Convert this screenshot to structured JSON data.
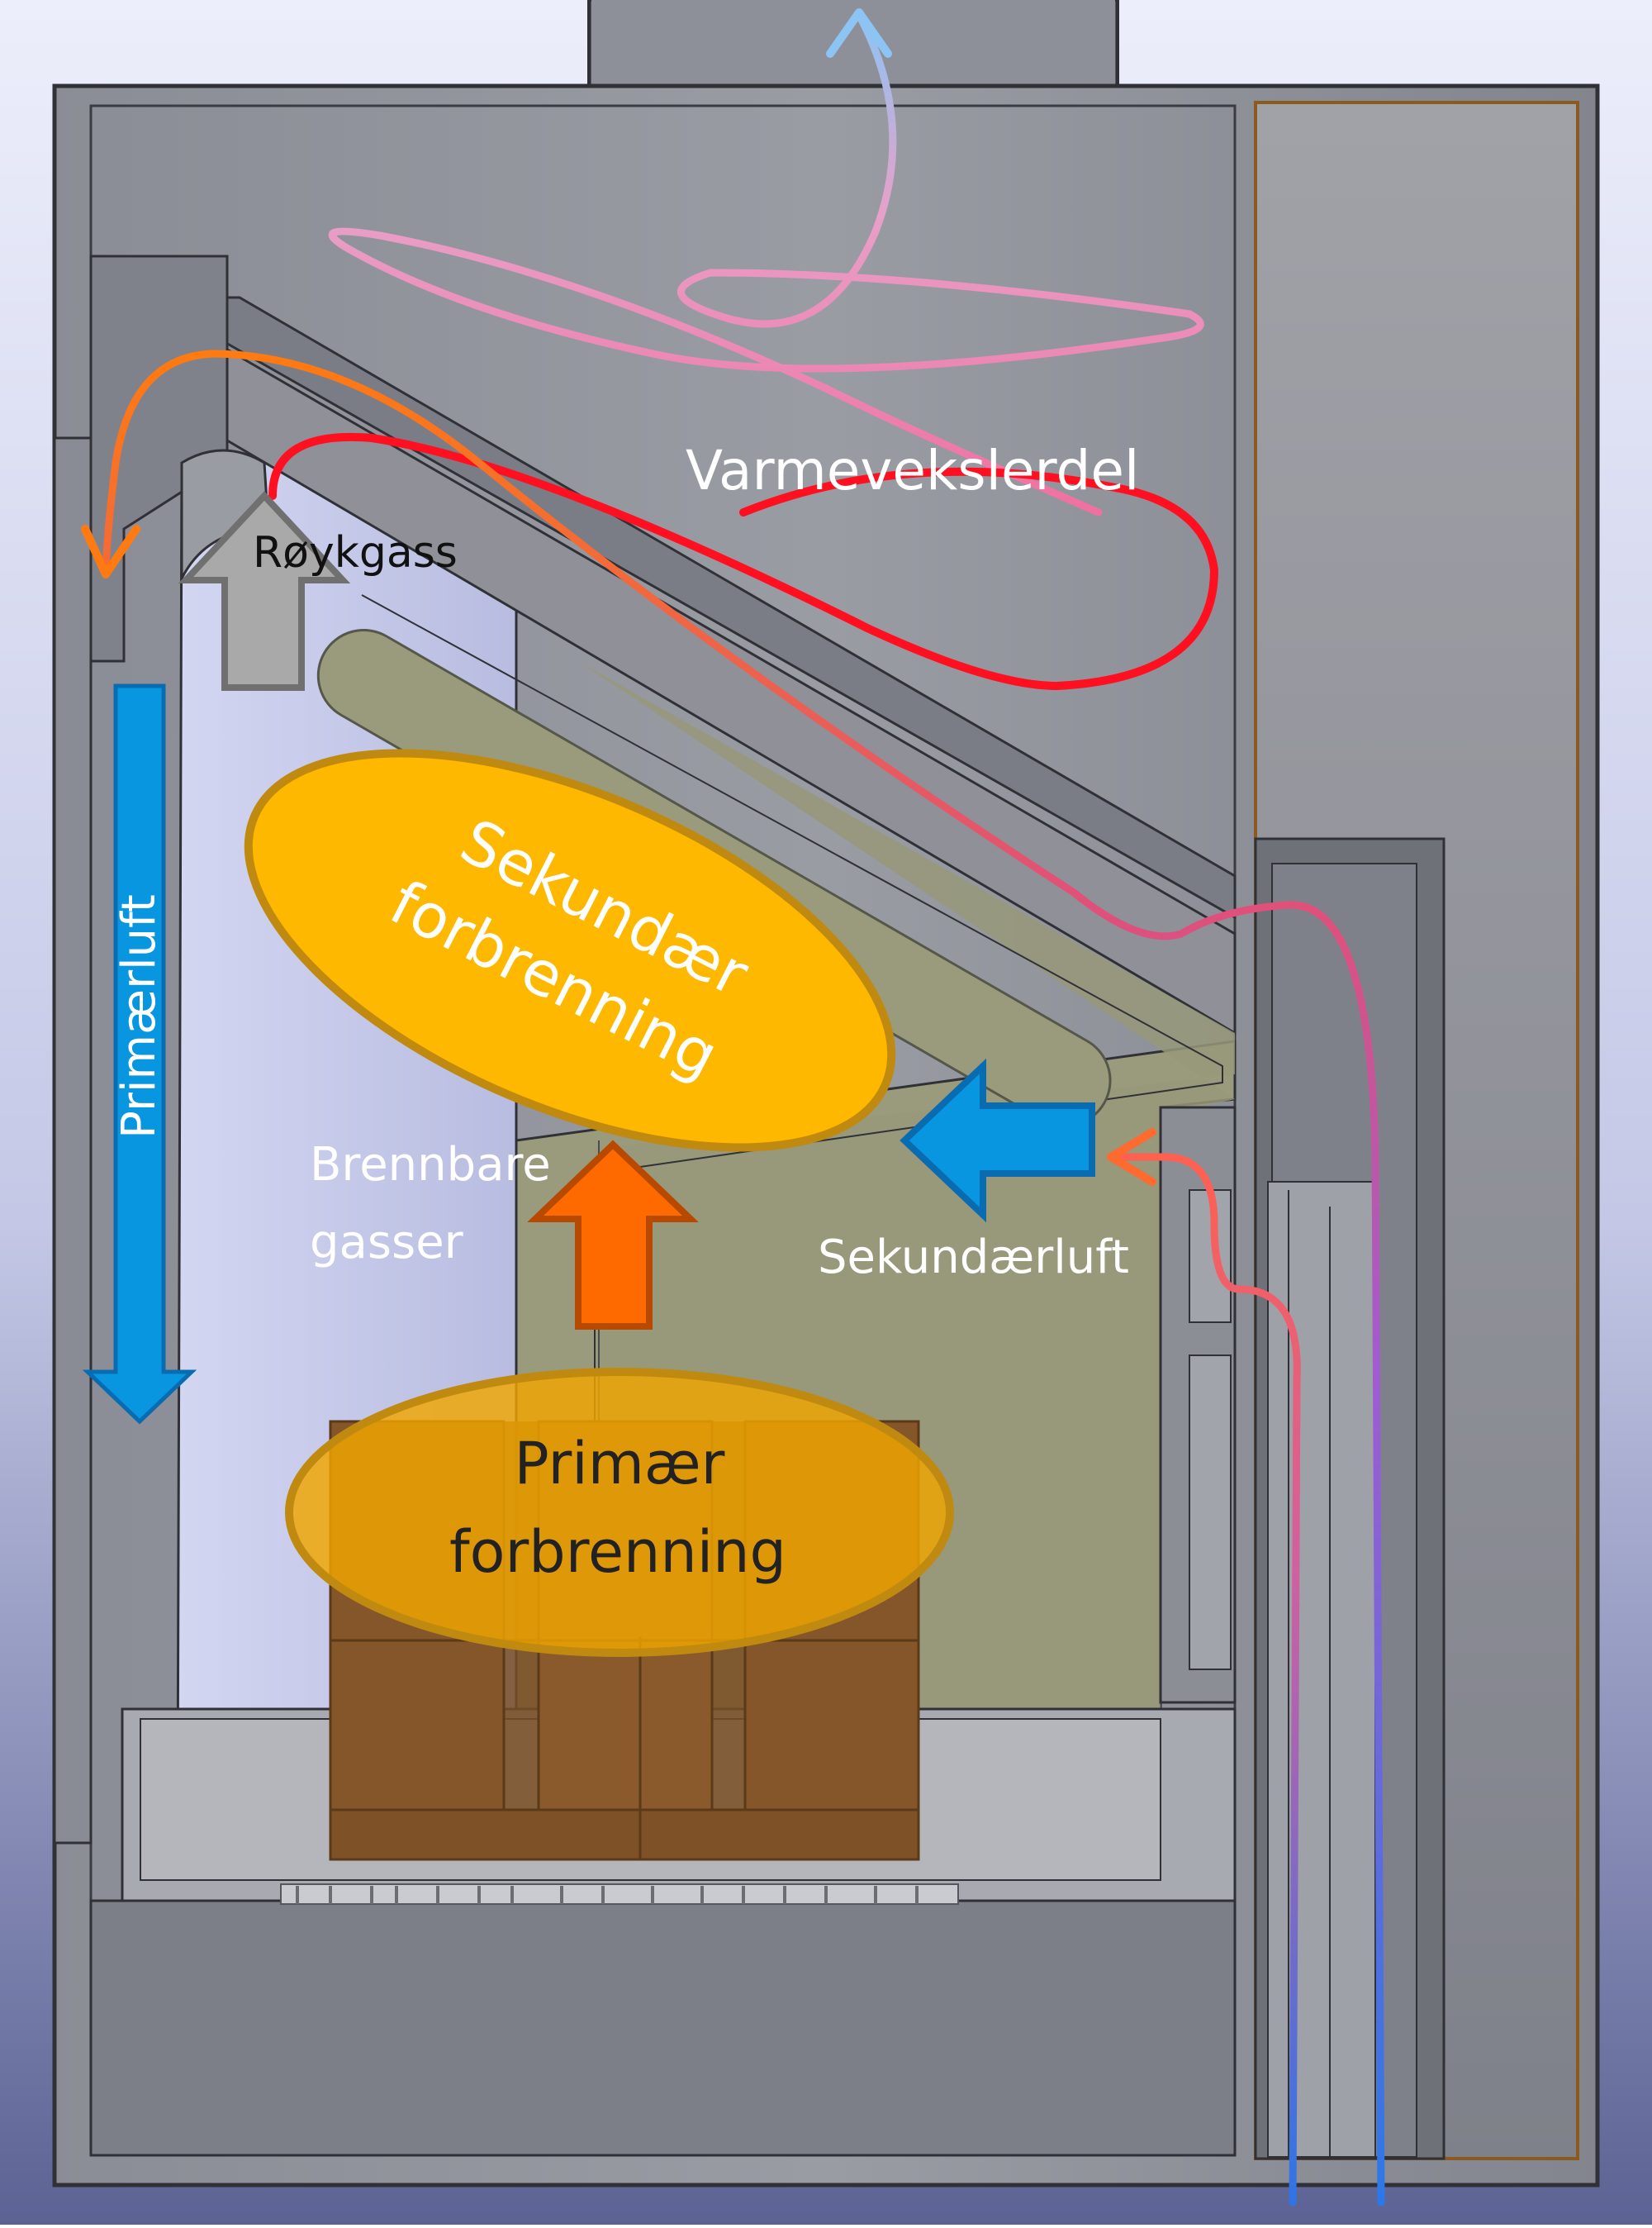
{
  "labels": {
    "heat_exchanger": "Varmevekslerdel",
    "flue_gas": "Røykgass",
    "primary_air": "Primærluft",
    "secondary_air": "Sekundærluft",
    "combustible_gases_line1": "Brennbare",
    "combustible_gases_line2": "gasser",
    "secondary_combustion_line1": "Sekundær",
    "secondary_combustion_line2": "forbrenning",
    "primary_combustion_line1": "Primær",
    "primary_combustion_line2": "forbrenning"
  },
  "colors": {
    "background_top": "#dfe3f7",
    "background_bottom": "#5f6697",
    "stove_body": "#8e9098",
    "stove_dark": "#6d6f76",
    "stove_outline": "#2f3136",
    "firebox_light": "#cfd2ec",
    "baffle": "#8f8f72",
    "back_panel": "#9a9a7c",
    "flame": "#ffb800",
    "flame_edge": "#c08a10",
    "wood": "#7a4f24",
    "primary_air_arrow": "#0996e0",
    "secondary_air_arrow": "#0996e0",
    "gas_arrow": "#ff6a00",
    "flue_arrow": "#a9a9a9",
    "hot_path": "#ff1020",
    "warm_path": "#ff7a00",
    "cool_path": "#3a7ae8",
    "exhaust_path": "#9cc8f4"
  }
}
